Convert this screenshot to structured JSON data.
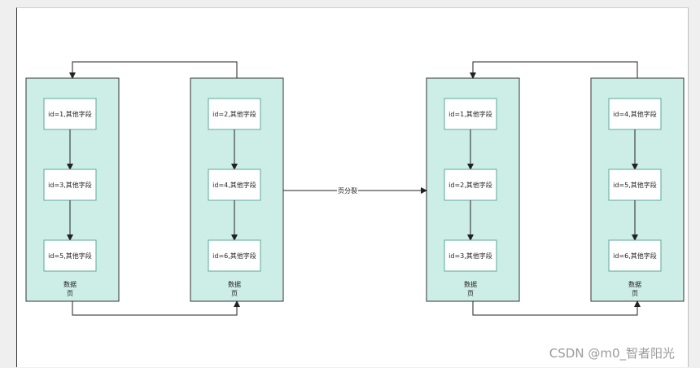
{
  "diagram": {
    "before": [
      {
        "records": [
          "id=1,其他字段",
          "id=3,其他字段",
          "id=5,其他字段"
        ],
        "label_line1": "数据",
        "label_line2": "页"
      },
      {
        "records": [
          "id=2,其他字段",
          "id=4,其他字段",
          "id=6,其他字段"
        ],
        "label_line1": "数据",
        "label_line2": "页"
      }
    ],
    "after": [
      {
        "records": [
          "id=1,其他字段",
          "id=2,其他字段",
          "id=3,其他字段"
        ],
        "label_line1": "数据",
        "label_line2": "页"
      },
      {
        "records": [
          "id=4,其他字段",
          "id=5,其他字段",
          "id=6,其他字段"
        ],
        "label_line1": "数据",
        "label_line2": "页"
      }
    ],
    "split_label": "页分裂"
  },
  "watermark": "CSDN @m0_智者阳光"
}
